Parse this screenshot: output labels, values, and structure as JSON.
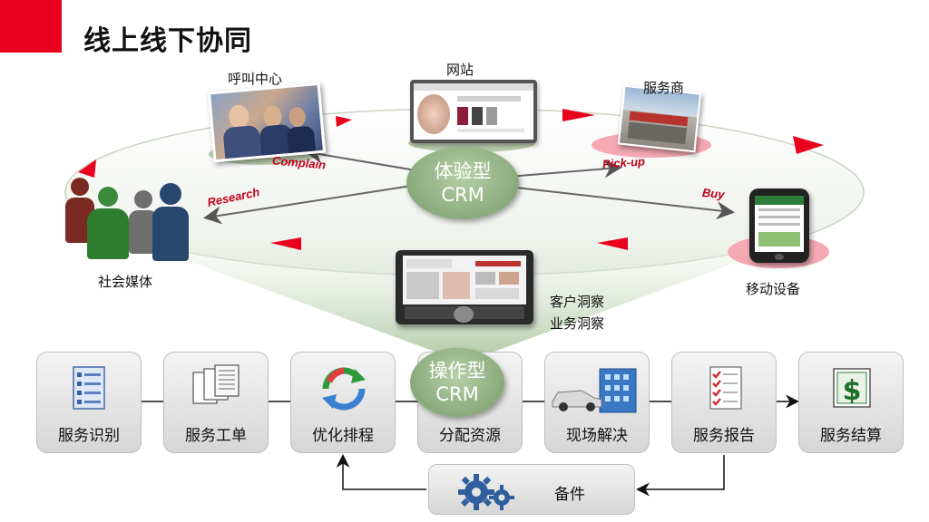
{
  "title": "线上线下协同",
  "channels": {
    "call_center": "呼叫中心",
    "website": "网站",
    "service_provider": "服务商",
    "social_media": "社会媒体",
    "mobile": "移动设备"
  },
  "actions": {
    "complain": "Complain",
    "pickup": "Pick-up",
    "research": "Research",
    "buy": "Buy"
  },
  "crm_experience": {
    "line1": "体验型",
    "line2": "CRM"
  },
  "crm_operation": {
    "line1": "操作型",
    "line2": "CRM"
  },
  "insights": {
    "line1": "客户洞察",
    "line2": "业务洞察"
  },
  "process": [
    {
      "label": "服务识别",
      "icon": "list-document-icon"
    },
    {
      "label": "服务工单",
      "icon": "work-order-icon"
    },
    {
      "label": "优化排程",
      "icon": "refresh-cycle-icon"
    },
    {
      "label": "分配资源",
      "icon": "none"
    },
    {
      "label": "现场解决",
      "icon": "car-building-icon"
    },
    {
      "label": "服务报告",
      "icon": "report-checklist-icon"
    },
    {
      "label": "服务结算",
      "icon": "dollar-sign-icon"
    }
  ],
  "parts": {
    "label": "备件",
    "icon": "gears-icon"
  },
  "colors": {
    "accent": "#e8001c",
    "crm_green": "#8aaa7c",
    "action_red": "#c0001a"
  }
}
